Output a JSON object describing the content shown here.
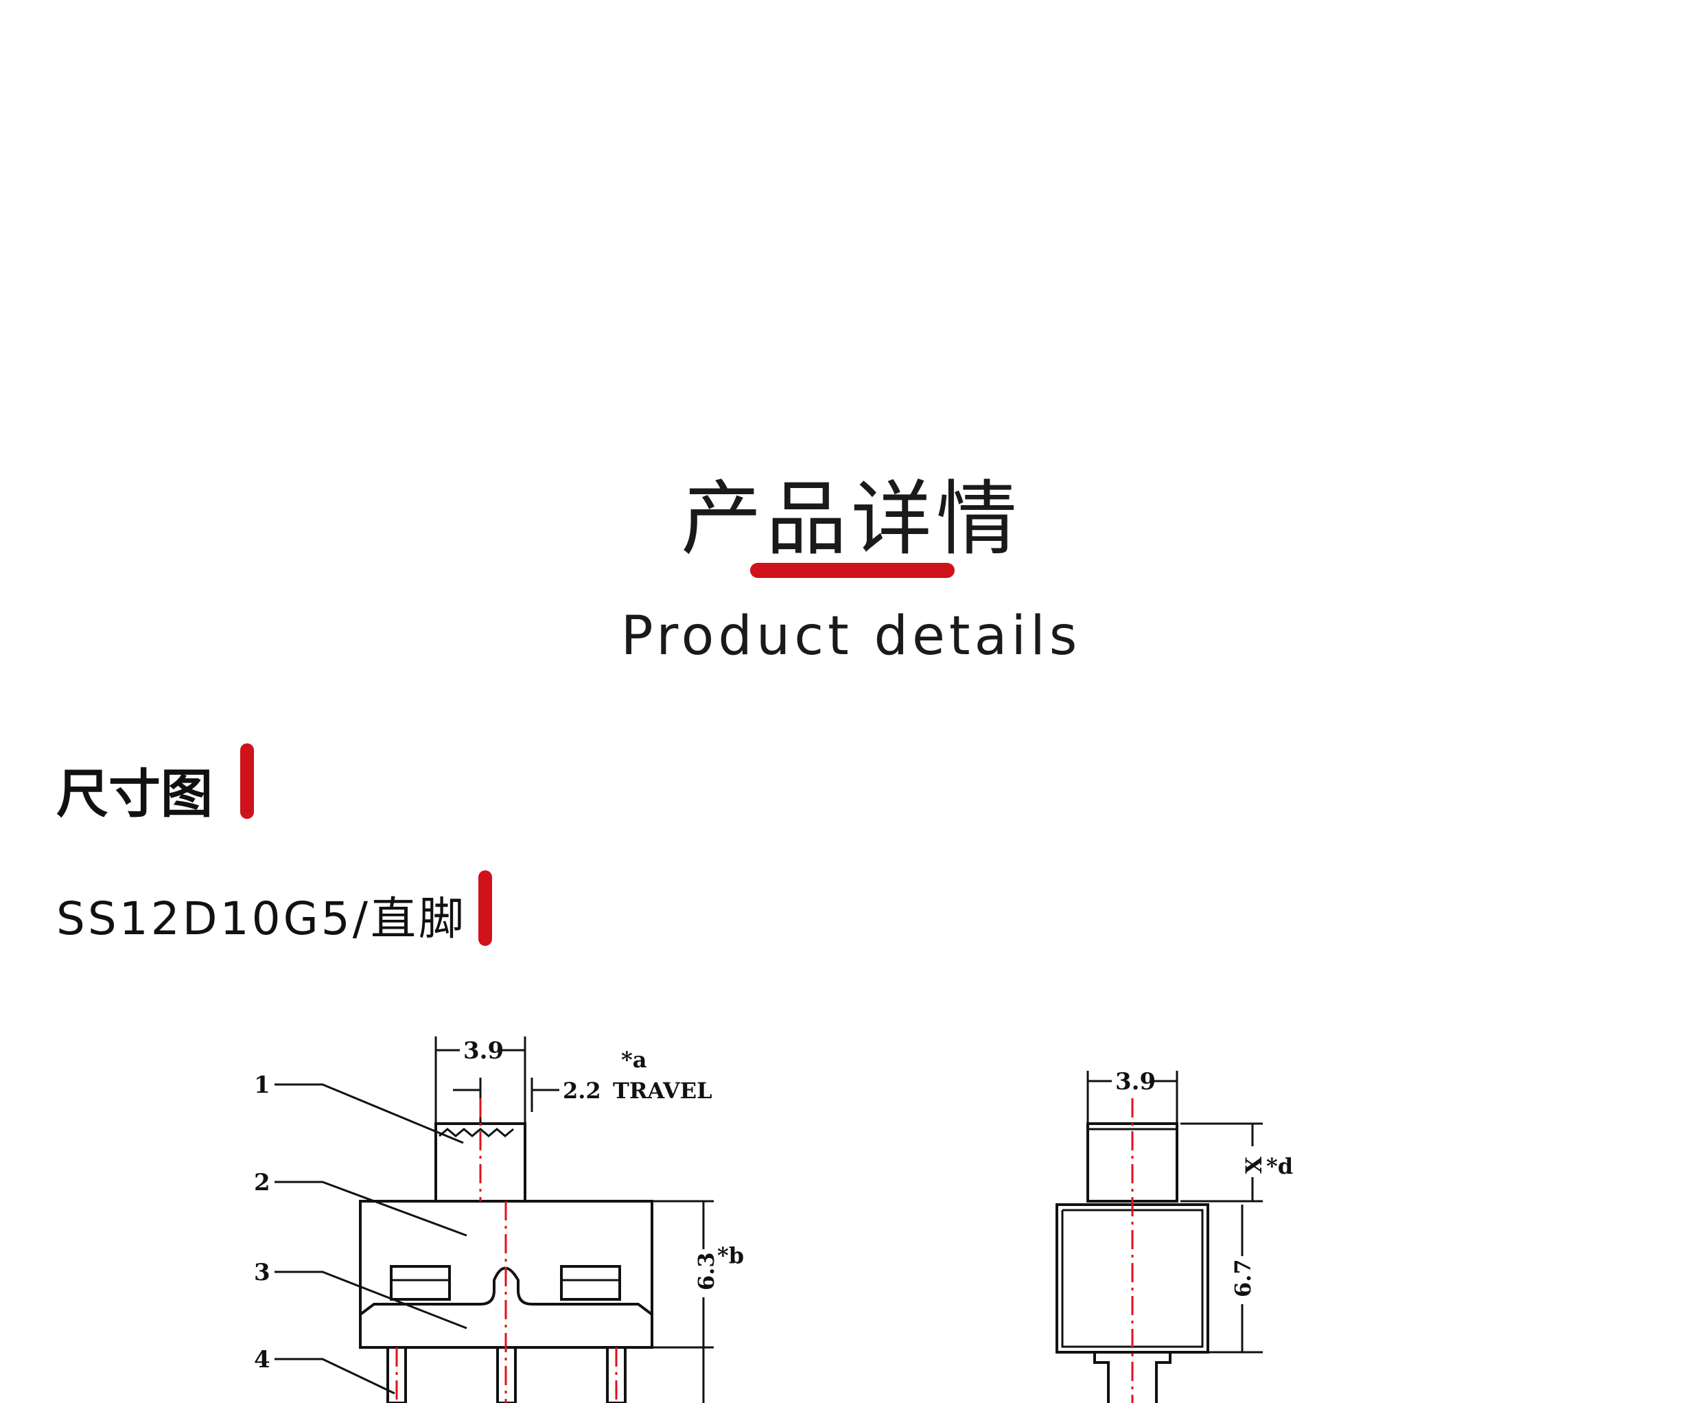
{
  "header": {
    "title_cn": "产品详情",
    "title_en": "Product details"
  },
  "section": {
    "heading": "尺寸图",
    "model": "SS12D10G5/直脚"
  },
  "drawing": {
    "front_view": {
      "callouts": [
        "1",
        "2",
        "3",
        "4"
      ],
      "dim_width": "3.9",
      "dim_travel": "2.2",
      "travel_label": "TRAVEL",
      "note_a": "*a",
      "dim_height": "6.3",
      "note_b": "*b"
    },
    "side_view": {
      "dim_width": "3.9",
      "dim_x": "X",
      "note_d": "*d",
      "dim_height": "6.7"
    }
  },
  "colors": {
    "accent": "#d0121b",
    "text": "#111111",
    "centerline": "#e0101a"
  }
}
